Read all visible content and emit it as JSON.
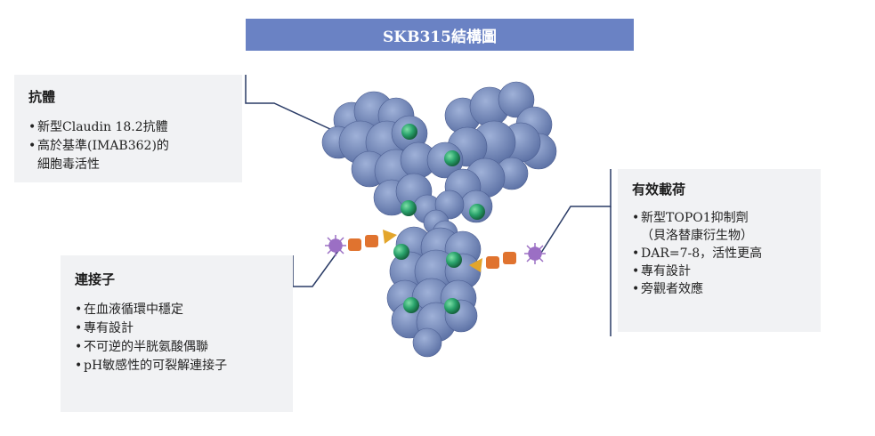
{
  "title": "SKB315結構圖",
  "antibody": {
    "heading": "抗體",
    "items": [
      "新型Claudin 18.2抗體",
      "高於基準(IMAB362)的",
      "細胞毒活性"
    ]
  },
  "linker": {
    "heading": "連接子",
    "items": [
      "在血液循環中穩定",
      "專有設計",
      "不可逆的半胱氨酸偶聯",
      "pH敏感性的可裂解連接子"
    ]
  },
  "payload": {
    "heading": "有效載荷",
    "items": [
      "新型TOPO1抑制劑",
      "（貝洛替康衍生物）",
      "DAR=7-8，活性更高",
      "專有設計",
      "旁觀者效應"
    ]
  },
  "colors": {
    "title_bg": "#6a82c4",
    "antibody_body": "#6f86bb",
    "payload_sphere": "#2aa36c",
    "linker_orange": "#e0732f",
    "linker_yellow": "#e3a52b",
    "drug_purple": "#9b6fc4"
  }
}
